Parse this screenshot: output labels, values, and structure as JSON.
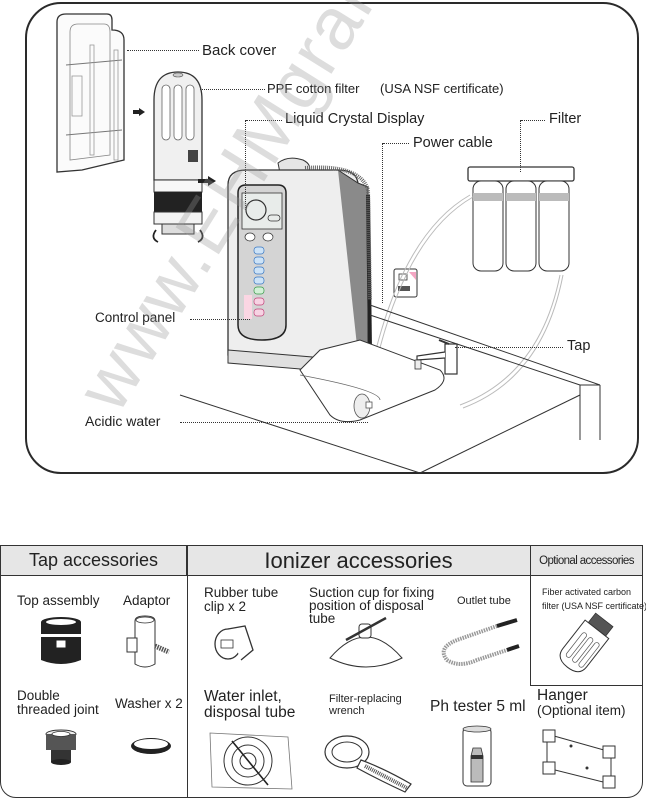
{
  "diagram": {
    "callouts": {
      "back_cover": "Back cover",
      "ppf_filter": "PPF cotton filter",
      "ppf_cert": "(USA NSF certificate)",
      "lcd": "Liquid Crystal Display",
      "power_cable": "Power cable",
      "filter": "Filter",
      "control_panel": "Control panel",
      "tap": "Tap",
      "acidic_water": "Acidic water"
    },
    "watermark": "www.EHMgral.com"
  },
  "accessories": {
    "sections": {
      "tap": "Tap accessories",
      "ionizer": "Ionizer accessories",
      "optional": "Optional accessories"
    },
    "tap_items": [
      {
        "label": "Top assembly",
        "icon": "top-assembly-icon"
      },
      {
        "label": "Adaptor",
        "icon": "adaptor-icon"
      },
      {
        "label_line1": "Double",
        "label_line2": "threaded joint",
        "icon": "double-threaded-joint-icon"
      },
      {
        "label": "Washer x 2",
        "icon": "washer-icon"
      }
    ],
    "ionizer_items": [
      {
        "label_line1": "Rubber tube",
        "label_line2": "clip x 2",
        "icon": "rubber-tube-clip-icon"
      },
      {
        "label_line1": "Suction cup for fixing",
        "label_line2": "position of disposal",
        "label_line3": "tube",
        "icon": "suction-cup-icon"
      },
      {
        "label": "Outlet tube",
        "icon": "outlet-tube-icon"
      },
      {
        "label_line1": "Water inlet,",
        "label_line2": "disposal tube",
        "icon": "coiled-tube-icon"
      },
      {
        "label_line1": "Filter-replacing",
        "label_line2": "wrench",
        "icon": "wrench-icon"
      },
      {
        "label": "Ph tester 5 ml",
        "icon": "ph-tester-icon"
      },
      {
        "label_line1": "Hanger",
        "label_line2": "(Optional item)",
        "icon": "hanger-icon"
      }
    ],
    "optional_items": [
      {
        "label_line1": "Fiber activated carbon",
        "label_line2": "filter (USA NSF certificate)",
        "icon": "carbon-filter-icon"
      }
    ]
  }
}
